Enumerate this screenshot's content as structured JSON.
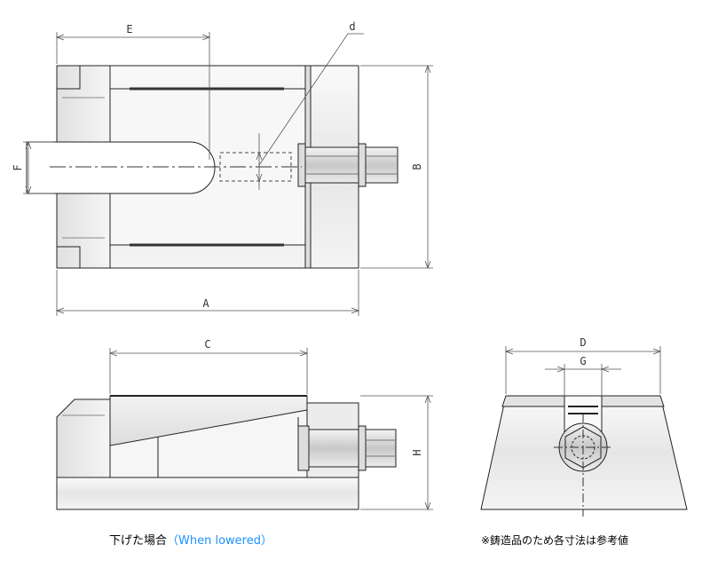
{
  "labels": {
    "A": "A",
    "B": "B",
    "C": "C",
    "D": "D",
    "E": "E",
    "F": "F",
    "G": "G",
    "H": "H",
    "d": "d"
  },
  "captions": {
    "lowered_jp": "下げた場合",
    "lowered_en": "（When lowered）",
    "note": "※鋳造品のため各寸法は参考値"
  }
}
